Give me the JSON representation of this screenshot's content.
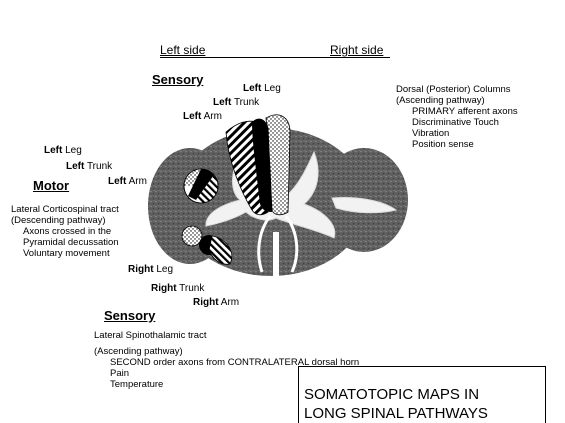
{
  "header": {
    "left_side": "Left side",
    "right_side": "Right side"
  },
  "sensory_top": {
    "heading": "Sensory",
    "left_leg": {
      "bold": "Left",
      "rest": " Leg"
    },
    "left_trunk": {
      "bold": "Left",
      "rest": " Trunk"
    },
    "left_arm": {
      "bold": "Left",
      "rest": " Arm"
    }
  },
  "dorsal_columns": {
    "lines": [
      "Dorsal (Posterior) Columns",
      "(Ascending pathway)",
      "PRIMARY afferent axons",
      "Discriminative Touch",
      "Vibration",
      "Position sense"
    ]
  },
  "motor": {
    "heading": "Motor",
    "left_leg": {
      "bold": "Left",
      "rest": " Leg"
    },
    "left_trunk": {
      "bold": "Left",
      "rest": " Trunk"
    },
    "left_arm": {
      "bold": "Left",
      "rest": " Arm"
    },
    "lines": [
      "Lateral Corticospinal tract",
      "(Descending pathway)",
      "Axons crossed in the",
      "Pyramidal decussation",
      "Voluntary movement"
    ]
  },
  "sensory_bottom": {
    "heading": "Sensory",
    "right_leg": {
      "bold": "Right",
      "rest": " Leg"
    },
    "right_trunk": {
      "bold": "Right",
      "rest": " Trunk"
    },
    "right_arm": {
      "bold": "Right",
      "rest": " Arm"
    },
    "lines": [
      "Lateral Spinothalamic tract",
      "(Ascending pathway)",
      "SECOND order axons from CONTRALATERAL dorsal horn",
      "Pain",
      "Temperature"
    ]
  },
  "title_box": {
    "line1": "SOMATOTOPIC MAPS IN",
    "line2": "LONG SPINAL PATHWAYS"
  },
  "colors": {
    "cord_fill": "#6e6e6e",
    "tract_black": "#000000",
    "background": "#ffffff"
  }
}
